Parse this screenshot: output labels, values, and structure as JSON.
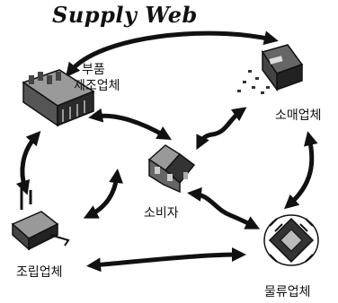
{
  "title": "Supply Web",
  "nodes": {
    "parts_maker": {
      "label_line1": "부품",
      "label_line2": "제조업체",
      "icon": "factory-icon"
    },
    "retailer": {
      "label": "소매업체",
      "icon": "retail-store-icon"
    },
    "consumer": {
      "label": "소비자",
      "icon": "house-icon"
    },
    "assembler": {
      "label": "조립업체",
      "icon": "assembly-plant-icon"
    },
    "logistics": {
      "label": "물류업체",
      "icon": "logistics-chip-icon"
    }
  },
  "connections": [
    {
      "from": "parts_maker",
      "to": "retailer",
      "direction": "bidirectional"
    },
    {
      "from": "parts_maker",
      "to": "consumer",
      "direction": "bidirectional"
    },
    {
      "from": "parts_maker",
      "to": "assembler",
      "direction": "bidirectional"
    },
    {
      "from": "retailer",
      "to": "consumer",
      "direction": "bidirectional"
    },
    {
      "from": "retailer",
      "to": "logistics",
      "direction": "bidirectional"
    },
    {
      "from": "consumer",
      "to": "assembler",
      "direction": "bidirectional"
    },
    {
      "from": "consumer",
      "to": "logistics",
      "direction": "bidirectional"
    },
    {
      "from": "assembler",
      "to": "logistics",
      "direction": "bidirectional"
    }
  ]
}
